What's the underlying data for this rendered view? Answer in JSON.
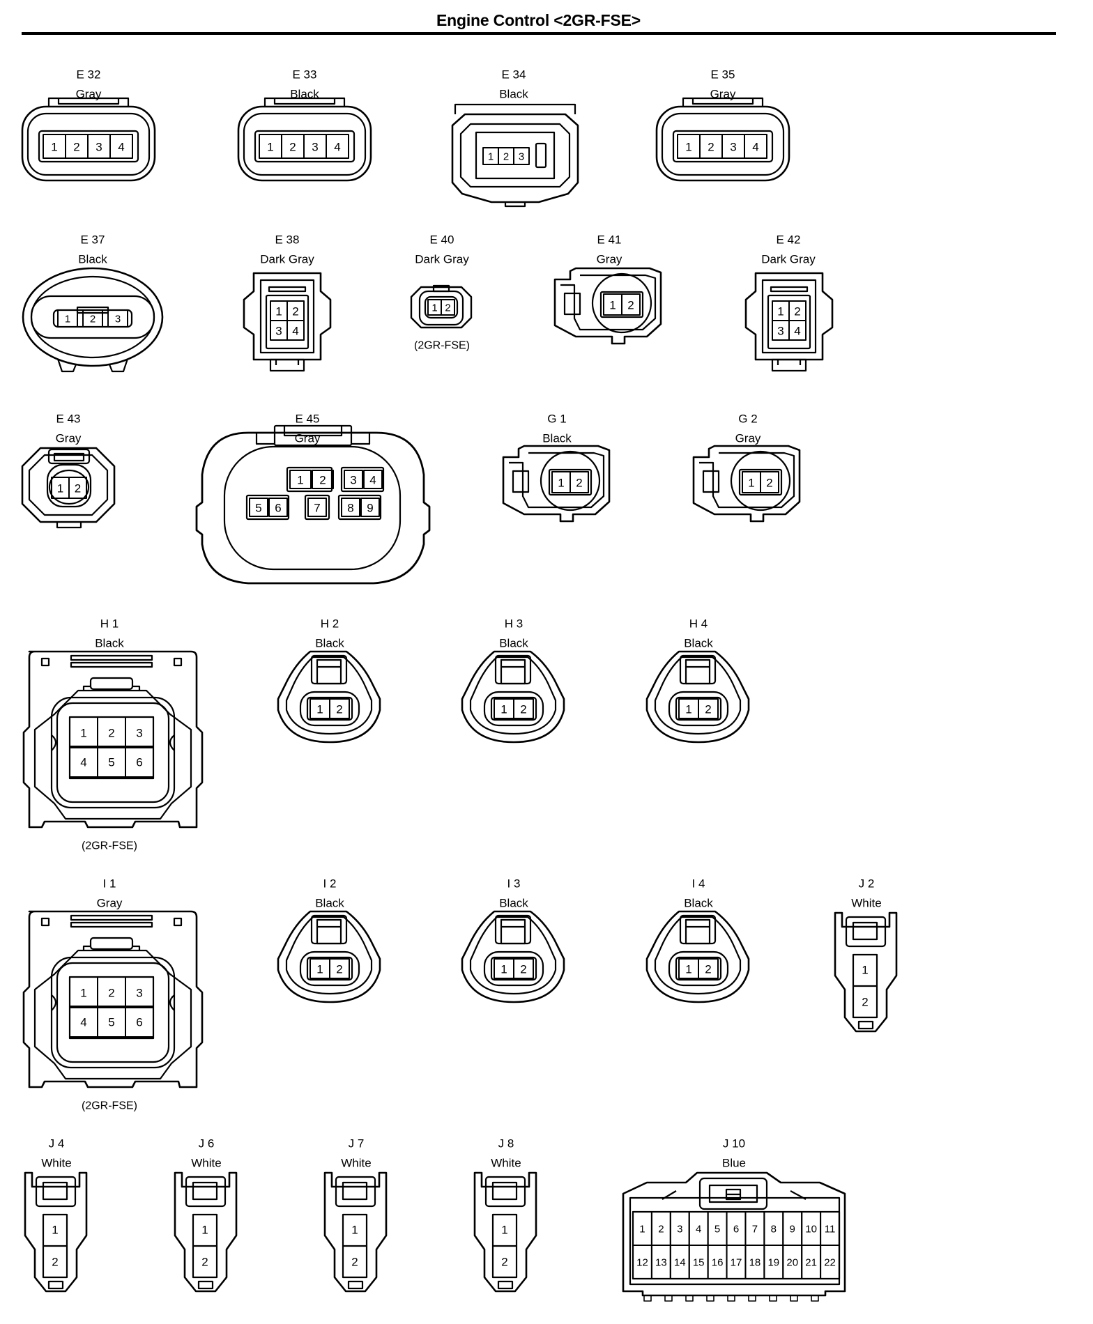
{
  "title": "Engine Control <2GR-FSE>",
  "connectors": [
    {
      "id": "E 32",
      "color": "Gray",
      "shape": "rect4",
      "pins": [
        "1",
        "2",
        "3",
        "4"
      ]
    },
    {
      "id": "E 33",
      "color": "Black",
      "shape": "rect4",
      "pins": [
        "1",
        "2",
        "3",
        "4"
      ]
    },
    {
      "id": "E 34",
      "color": "Black",
      "shape": "oct3",
      "pins": [
        "1",
        "2",
        "3"
      ]
    },
    {
      "id": "E 35",
      "color": "Gray",
      "shape": "rect4",
      "pins": [
        "1",
        "2",
        "3",
        "4"
      ]
    },
    {
      "id": "E 37",
      "color": "Black",
      "shape": "oval3",
      "pins": [
        "1",
        "2",
        "3"
      ]
    },
    {
      "id": "E 38",
      "color": "Dark Gray",
      "shape": "square4",
      "pins": [
        "1",
        "2",
        "3",
        "4"
      ]
    },
    {
      "id": "E 40",
      "color": "Dark Gray",
      "shape": "small2",
      "pins": [
        "1",
        "2"
      ],
      "note": "(2GR-FSE)"
    },
    {
      "id": "E 41",
      "color": "Gray",
      "shape": "side2",
      "pins": [
        "1",
        "2"
      ]
    },
    {
      "id": "E 42",
      "color": "Dark Gray",
      "shape": "square4",
      "pins": [
        "1",
        "2",
        "3",
        "4"
      ]
    },
    {
      "id": "E 43",
      "color": "Gray",
      "shape": "oct2",
      "pins": [
        "1",
        "2"
      ]
    },
    {
      "id": "E 45",
      "color": "Gray",
      "shape": "big9",
      "pins": [
        "1",
        "2",
        "3",
        "4",
        "5",
        "6",
        "7",
        "8",
        "9"
      ]
    },
    {
      "id": "G 1",
      "color": "Black",
      "shape": "side2",
      "pins": [
        "1",
        "2"
      ]
    },
    {
      "id": "G 2",
      "color": "Gray",
      "shape": "side2",
      "pins": [
        "1",
        "2"
      ]
    },
    {
      "id": "H 1",
      "color": "Black",
      "shape": "box6",
      "pins": [
        "1",
        "2",
        "3",
        "4",
        "5",
        "6"
      ],
      "note": "(2GR-FSE)"
    },
    {
      "id": "H 2",
      "color": "Black",
      "shape": "tri2",
      "pins": [
        "1",
        "2"
      ]
    },
    {
      "id": "H 3",
      "color": "Black",
      "shape": "tri2",
      "pins": [
        "1",
        "2"
      ]
    },
    {
      "id": "H 4",
      "color": "Black",
      "shape": "tri2",
      "pins": [
        "1",
        "2"
      ]
    },
    {
      "id": "I 1",
      "color": "Gray",
      "shape": "box6",
      "pins": [
        "1",
        "2",
        "3",
        "4",
        "5",
        "6"
      ],
      "note": "(2GR-FSE)"
    },
    {
      "id": "I 2",
      "color": "Black",
      "shape": "tri2",
      "pins": [
        "1",
        "2"
      ]
    },
    {
      "id": "I 3",
      "color": "Black",
      "shape": "tri2",
      "pins": [
        "1",
        "2"
      ]
    },
    {
      "id": "I 4",
      "color": "Black",
      "shape": "tri2",
      "pins": [
        "1",
        "2"
      ]
    },
    {
      "id": "J 2",
      "color": "White",
      "shape": "vert2",
      "pins": [
        "1",
        "2"
      ]
    },
    {
      "id": "J 4",
      "color": "White",
      "shape": "vert2",
      "pins": [
        "1",
        "2"
      ]
    },
    {
      "id": "J 6",
      "color": "White",
      "shape": "vert2",
      "pins": [
        "1",
        "2"
      ]
    },
    {
      "id": "J 7",
      "color": "White",
      "shape": "vert2",
      "pins": [
        "1",
        "2"
      ]
    },
    {
      "id": "J 8",
      "color": "White",
      "shape": "vert2",
      "pins": [
        "1",
        "2"
      ]
    },
    {
      "id": "J 10",
      "color": "Blue",
      "shape": "j22",
      "pins": [
        "1",
        "2",
        "3",
        "4",
        "5",
        "6",
        "7",
        "8",
        "9",
        "10",
        "11",
        "12",
        "13",
        "14",
        "15",
        "16",
        "17",
        "18",
        "19",
        "20",
        "21",
        "22"
      ]
    }
  ]
}
